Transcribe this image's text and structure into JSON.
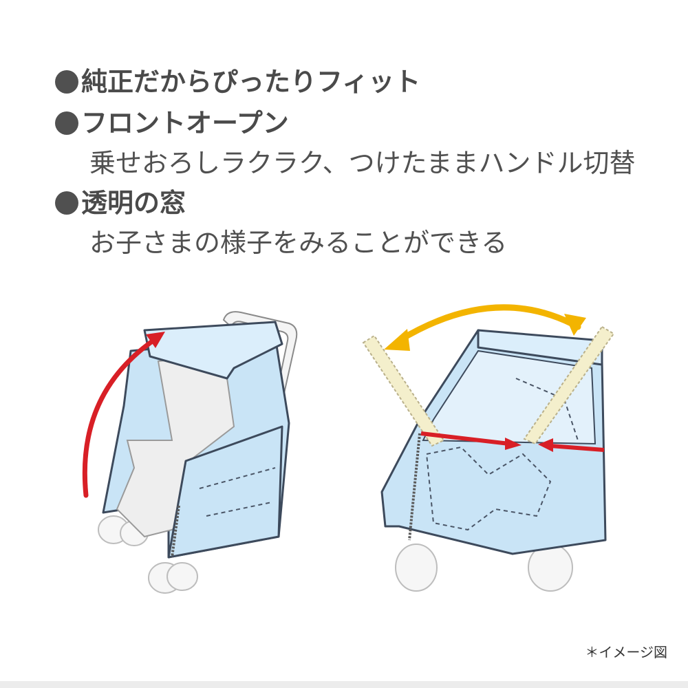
{
  "features": [
    {
      "heading": "純正だからぴったりフィット"
    },
    {
      "heading": "フロントオープン",
      "description": "乗せおろしラクラク、つけたままハンドル切替"
    },
    {
      "heading": "透明の窓",
      "description": "お子さまの様子をみることができる"
    }
  ],
  "footnote": "＊イメージ図",
  "colors": {
    "cover_blue": "#c9e4f6",
    "outline": "#3d4a5c",
    "open_arrow": "#d81f26",
    "swing_arrow": "#f3b400",
    "handle_bar": "#f4efcc",
    "heading_text": "#4a4a4a"
  }
}
